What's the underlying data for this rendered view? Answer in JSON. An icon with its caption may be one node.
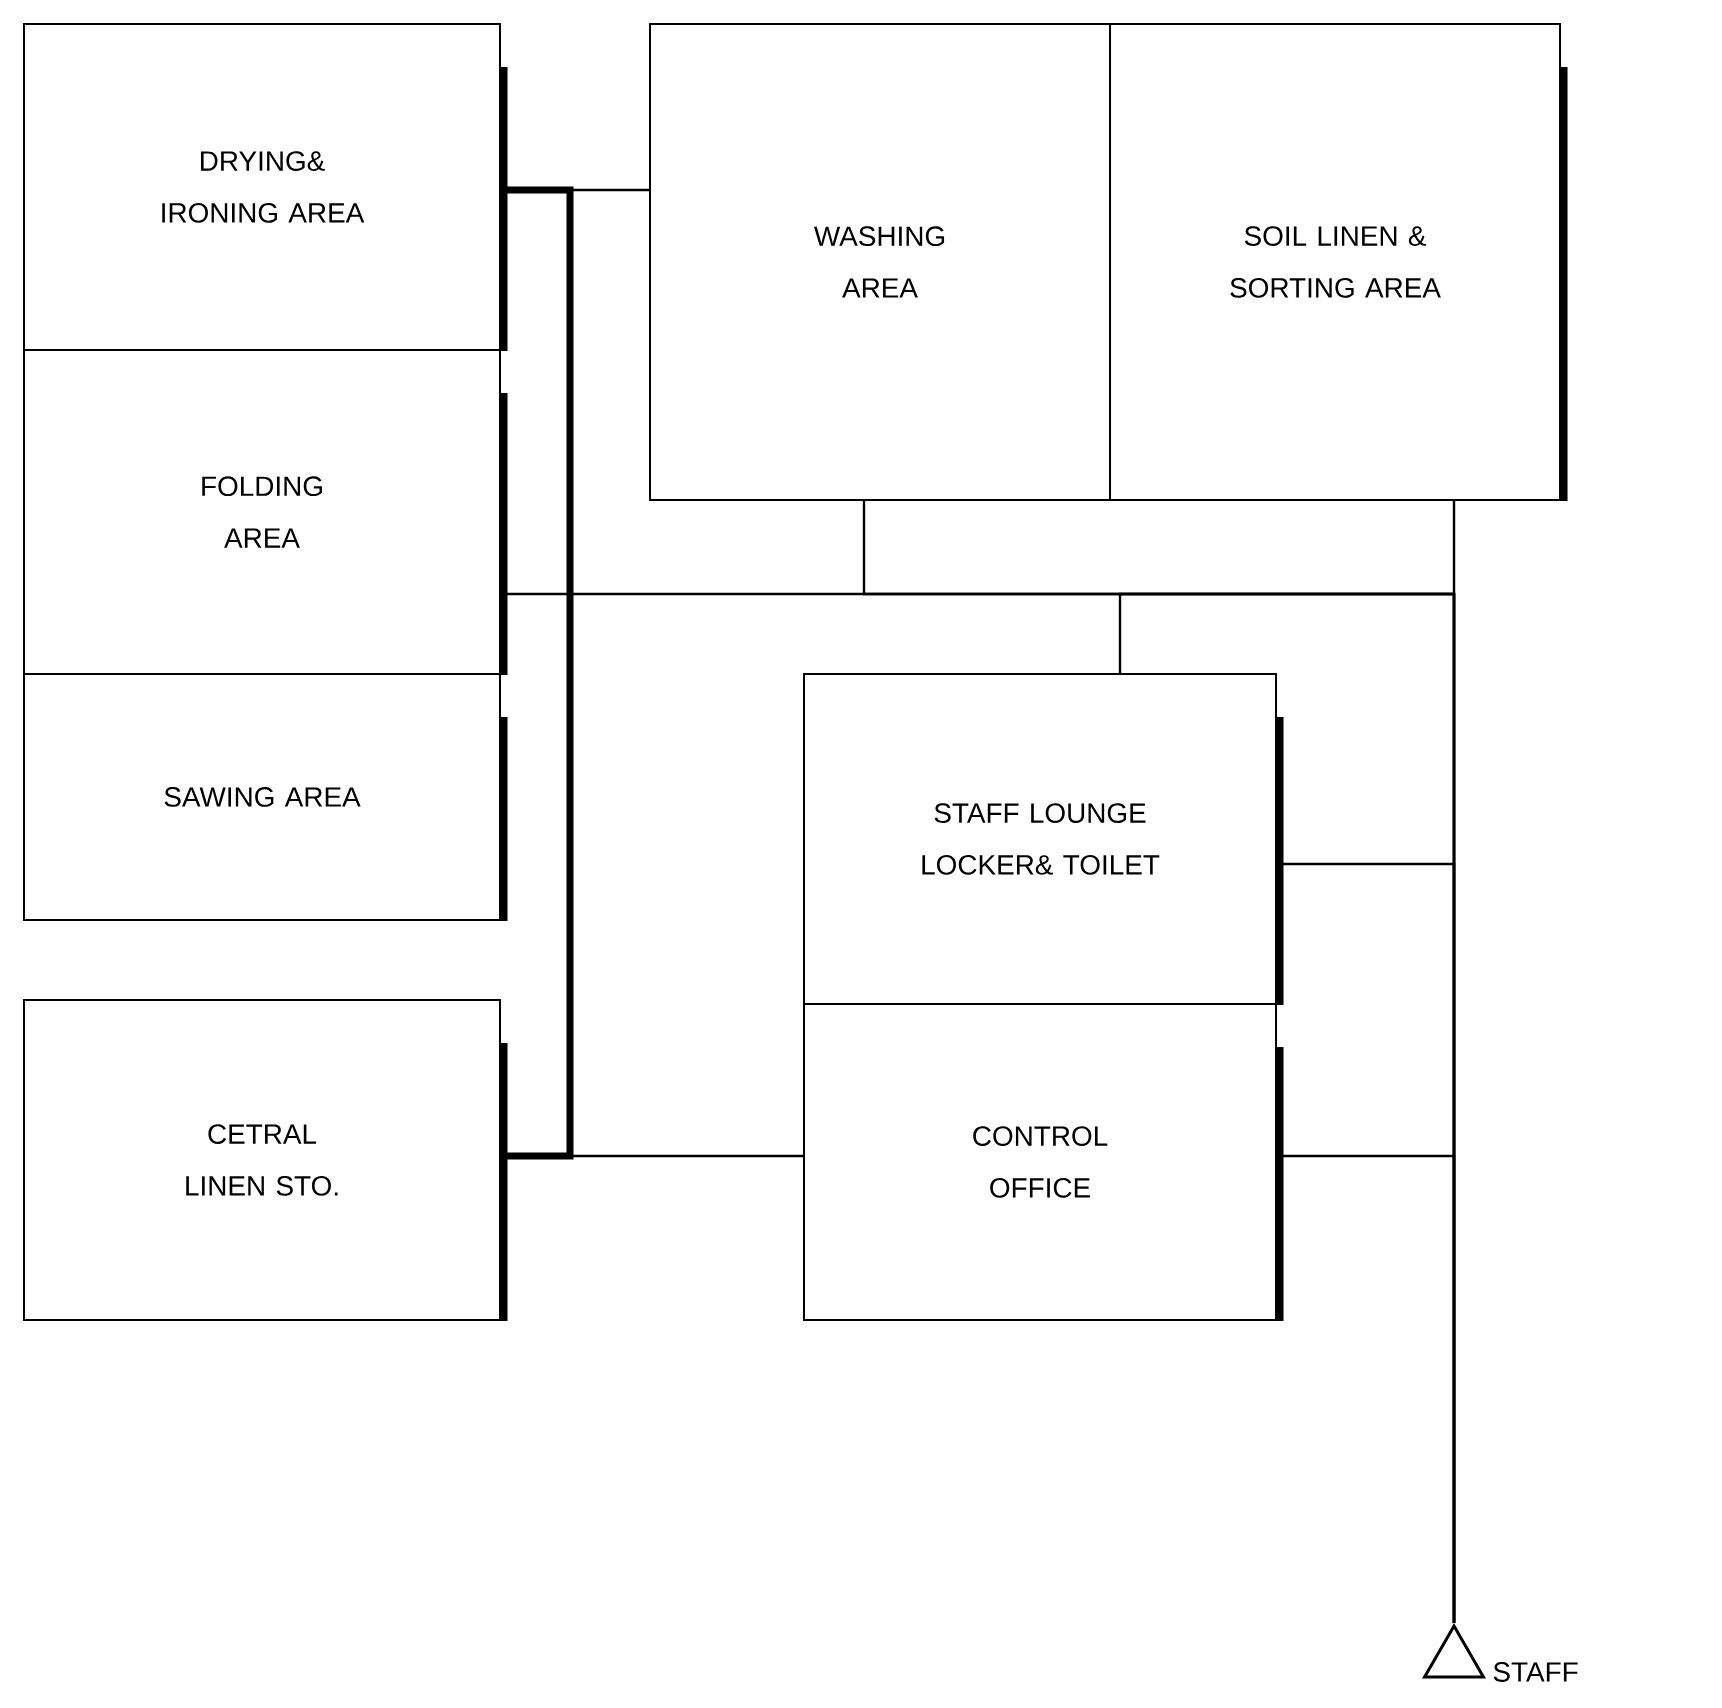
{
  "diagram": {
    "nodes": [
      {
        "text": [
          "DRYING& IRONING AREA"
        ]
      },
      {
        "text": [
          "FOLDING AREA"
        ]
      },
      {
        "text": [
          "SAWING AREA"
        ]
      },
      {
        "text": [
          "CETRAL LINEN STO."
        ]
      },
      {
        "text": [
          "WASHING AREA"
        ]
      },
      {
        "text": [
          "SOIL LINEN & SORTING AREA"
        ]
      },
      {
        "text": [
          "STAFF LOUNGE LOCKER& TOILET"
        ]
      },
      {
        "text": [
          "CONTROL OFFICE"
        ]
      },
      {
        "text": [],
        "shape": "triangle",
        "beside": [
          "STAFF"
        ]
      }
    ],
    "edges": [
      {
        "from": 0,
        "to": 4,
        "arrow": "none"
      },
      {
        "from": 0,
        "to": 3,
        "arrow": "none",
        "style": "thick"
      },
      {
        "from": 3,
        "to": 7,
        "arrow": "none"
      },
      {
        "from": 1,
        "to": 8,
        "arrow": "none"
      },
      {
        "from": 4,
        "to": 8,
        "arrow": "none"
      },
      {
        "from": 5,
        "to": 8,
        "arrow": "none"
      },
      {
        "from": 6,
        "to": 8,
        "arrow": "none"
      },
      {
        "from": 6,
        "to": 8,
        "arrow": "none"
      },
      {
        "from": 7,
        "to": 8,
        "arrow": "none"
      }
    ]
  }
}
